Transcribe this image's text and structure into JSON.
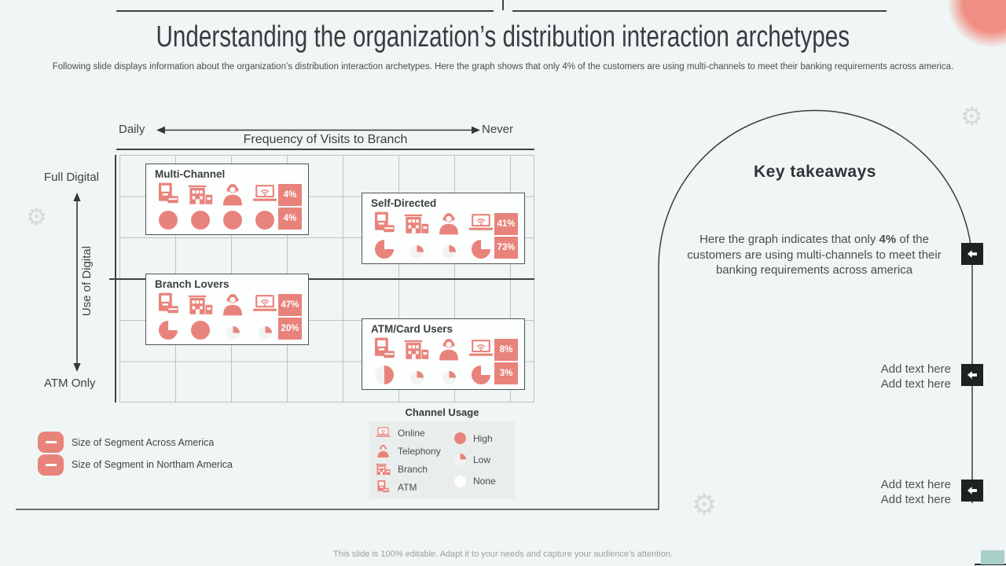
{
  "slide": {
    "title": "Understanding the organization’s distribution interaction archetypes",
    "subtitle": "Following slide displays information about the organization’s distribution interaction archetypes. Here the graph shows that only 4% of the customers are using multi-channels to meet their banking requirements across america.",
    "footer": "This slide is 100% editable. Adapt it to your needs and capture your audience’s attention."
  },
  "colors": {
    "coral": "#e8837b",
    "background": "#eff6f5",
    "dark_text": "#3c4242",
    "teal_accent": "#a9cfc9",
    "button_dark": "#1d2222",
    "legend_background": "#e9edec"
  },
  "chart_data": {
    "type": "matrix-archetype-diagram",
    "title": "Frequency of Visits to Branch",
    "x_axis": {
      "label": "Frequency of Visits to Branch",
      "left_end": "Daily",
      "right_end": "Never"
    },
    "y_axis": {
      "label": "Use of Digital",
      "top_end": "Full Digital",
      "bottom_end": "ATM Only"
    },
    "channels_order": [
      "ATM",
      "Branch",
      "Telephony",
      "Online"
    ],
    "segments": [
      {
        "name": "Multi-Channel",
        "position": "top-left",
        "pct_across_america": "4%",
        "pct_in_northam_america": "4%",
        "usage": [
          "full",
          "full",
          "full",
          "full"
        ]
      },
      {
        "name": "Self-Directed",
        "position": "top-right",
        "pct_across_america": "41%",
        "pct_in_northam_america": "73%",
        "usage": [
          "three-quarter",
          "quarter",
          "quarter",
          "three-quarter"
        ]
      },
      {
        "name": "Branch Lovers",
        "position": "middle-left",
        "pct_across_america": "47%",
        "pct_in_northam_america": "20%",
        "usage": [
          "three-quarter",
          "full",
          "quarter",
          "quarter"
        ]
      },
      {
        "name": "ATM/Card Users",
        "position": "bottom-right",
        "pct_across_america": "8%",
        "pct_in_northam_america": "3%",
        "usage": [
          "half",
          "quarter",
          "quarter",
          "three-quarter"
        ]
      }
    ]
  },
  "size_legend": [
    "Size of Segment Across America",
    "Size of Segment in Northam America"
  ],
  "channel_legend": {
    "title": "Channel Usage",
    "channels": [
      "Online",
      "Telephony",
      "Branch",
      "ATM"
    ],
    "levels": [
      {
        "label": "High",
        "shape": "full"
      },
      {
        "label": "Low",
        "shape": "quarter"
      },
      {
        "label": "None",
        "shape": "none"
      }
    ]
  },
  "takeaways": {
    "heading": "Key takeaways",
    "text_pre": "Here the graph indicates that only ",
    "text_bold": "4%",
    "text_post": " of the customers are using multi-channels to meet their banking requirements across america"
  },
  "add_text": [
    "Add text here",
    "Add text here",
    "Add text here",
    "Add text here"
  ],
  "icons": {
    "gear": "⚙",
    "arrow": "left-arrow"
  }
}
